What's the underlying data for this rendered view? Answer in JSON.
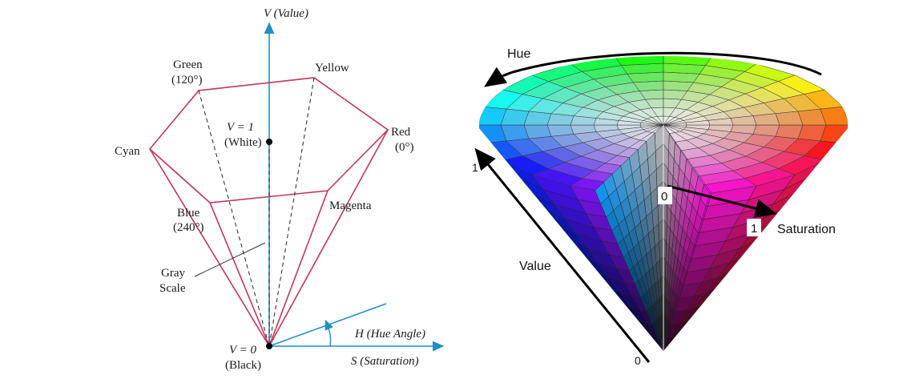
{
  "left_diagram": {
    "axis_v_label": "V (Value)",
    "green_label": "Green",
    "green_angle": "(120°)",
    "yellow_label": "Yellow",
    "cyan_label": "Cyan",
    "red_label": "Red",
    "red_angle": "(0°)",
    "white_v": "V = 1",
    "white_label": "(White)",
    "blue_label": "Blue",
    "blue_angle": "(240°)",
    "magenta_label": "Magenta",
    "gray_label_1": "Gray",
    "gray_label_2": "Scale",
    "hue_angle_label": "H (Hue Angle)",
    "black_v": "V = 0",
    "black_label": "(Black)",
    "saturation_label": "S (Saturation)",
    "colors": {
      "edge": "#c0365a",
      "axis": "#1f8fc2",
      "dashed": "#333333"
    }
  },
  "right_diagram": {
    "hue_label": "Hue",
    "value_label": "Value",
    "value_one": "1",
    "value_zero": "0",
    "center_zero": "0",
    "saturation_one": "1",
    "saturation_label": "Saturation"
  }
}
